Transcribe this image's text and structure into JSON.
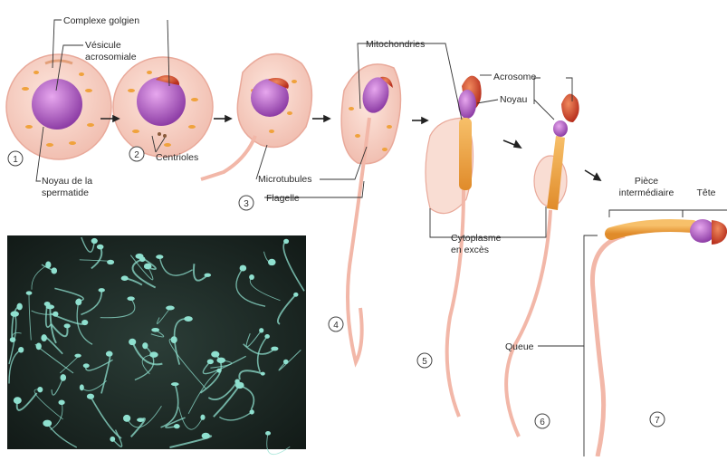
{
  "labels": {
    "complexe_golgien": "Complexe golgien",
    "vesicule_line1": "Vésicule",
    "vesicule_line2": "acrosomiale",
    "mitochondries": "Mitochondries",
    "acrosome": "Acrosome",
    "noyau": "Noyau",
    "noyau_spermatide_line1": "Noyau de la",
    "noyau_spermatide_line2": "spermatide",
    "centrioles": "Centrioles",
    "microtubules": "Microtubules",
    "flagelle": "Flagelle",
    "cytoplasme_line1": "Cytoplasme",
    "cytoplasme_line2": "en excès",
    "piece_line1": "Pièce",
    "piece_line2": "intermédiaire",
    "tete": "Tête",
    "queue": "Queue"
  },
  "stages": [
    "1",
    "2",
    "3",
    "4",
    "5",
    "6",
    "7"
  ],
  "photo": {
    "description_icon": "micrograph-spermatozoa-image"
  },
  "colors": {
    "cell": "#f6cfc3",
    "cell_edge": "#e9a99a",
    "nucleus": "#b45fc4",
    "acrosome": "#d2462c",
    "mitochondria": "#f0a23c",
    "tail": "#f2b7a8",
    "photo_bg": "#1d2a26",
    "photo_cells": "#8fe0cf"
  }
}
